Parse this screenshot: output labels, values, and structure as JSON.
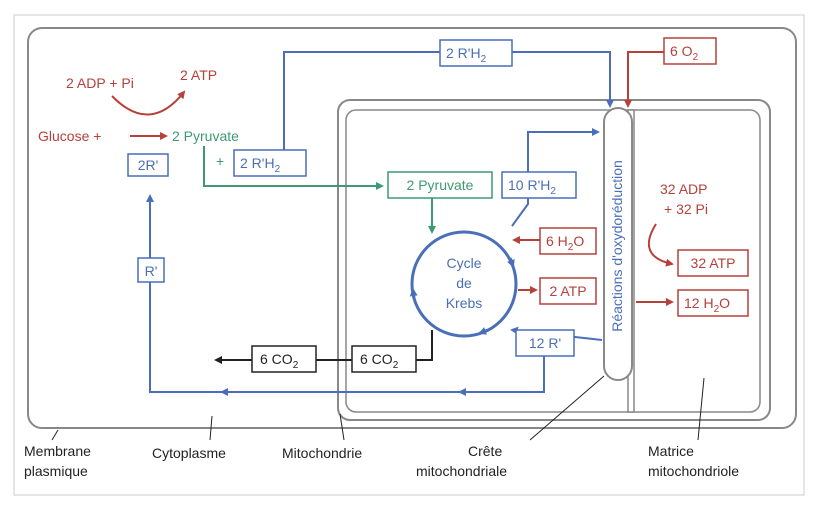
{
  "colors": {
    "red": "#b5413a",
    "green": "#3d9a73",
    "blue": "#4a6fb8",
    "dark": "#222222",
    "membrane": "#888888",
    "frame": "#cccccc"
  },
  "labels": {
    "adp_pi": "2 ADP + Pi",
    "atp_2": "2 ATP",
    "glucose": "Glucose +",
    "pyruvate_top": "2 Pyruvate",
    "plus": "+",
    "r_prime_2": "2R'",
    "r_prime": "R'",
    "rh2_top": {
      "pre": "2 R'H",
      "sub": "2"
    },
    "rh2_mid": {
      "pre": "2 R'H",
      "sub": "2"
    },
    "pyruvate_box": "2 Pyruvate",
    "rh2_10": {
      "pre": "10 R'H",
      "sub": "2"
    },
    "krebs_line1": "Cycle",
    "krebs_line2": "de",
    "krebs_line3": "Krebs",
    "h2o_6": {
      "pre": "6 H",
      "sub": "2",
      "post": "O"
    },
    "atp_krebs": "2 ATP",
    "r_prime_12": "12 R'",
    "co2_left": {
      "pre": "6 CO",
      "sub": "2"
    },
    "co2_right": {
      "pre": "6 CO",
      "sub": "2"
    },
    "o2_6": {
      "pre": "6 O",
      "sub": "2"
    },
    "oxido": "Réactions d'oxydoréduction",
    "adp_32": "32 ADP",
    "pi_32": "+ 32 Pi",
    "atp_32": "32 ATP",
    "h2o_12": {
      "pre": "12 H",
      "sub": "2",
      "post": "O"
    }
  },
  "captions": {
    "membrane_line1": "Membrane",
    "membrane_line2": "plasmique",
    "cytoplasme": "Cytoplasme",
    "mitochondrie": "Mitochondrie",
    "crete_line1": "Crête",
    "crete_line2": "mitochondriale",
    "matrice_line1": "Matrice",
    "matrice_line2": "mitochondriole"
  }
}
